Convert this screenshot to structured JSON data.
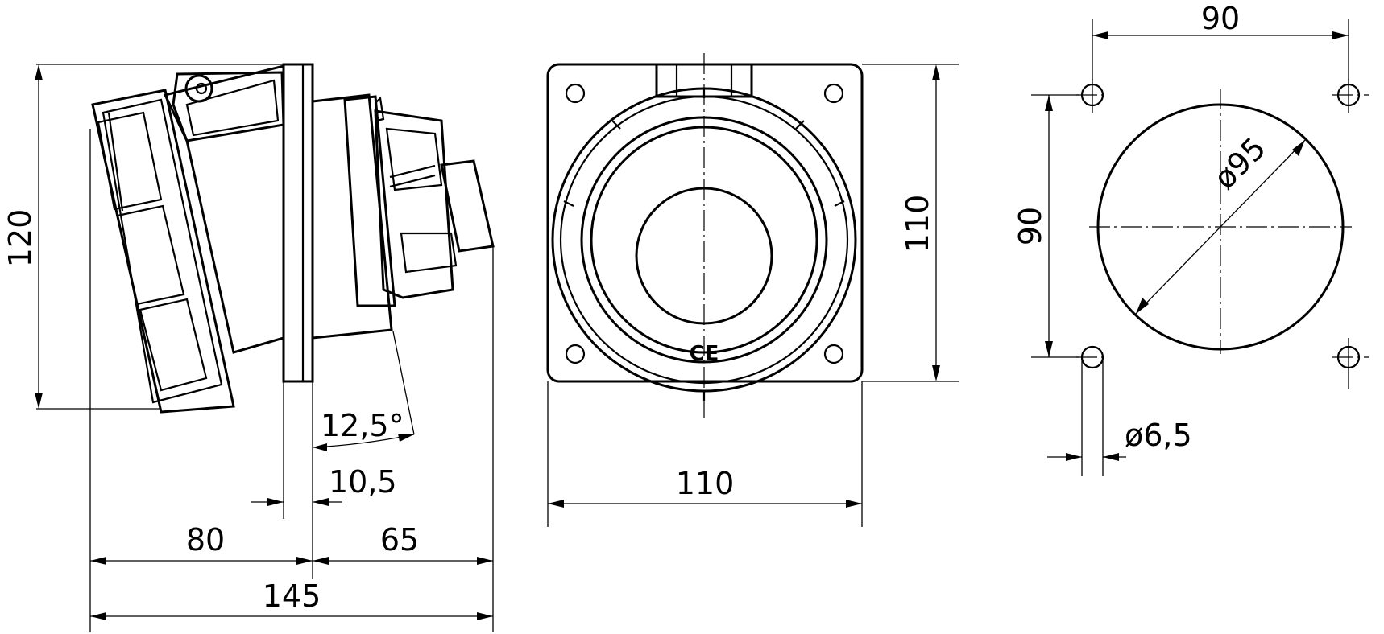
{
  "side_view": {
    "height": "120",
    "depth_front": "80",
    "depth_rear": "65",
    "total_depth": "145",
    "flange_thickness": "10,5",
    "tilt_angle": "12,5°"
  },
  "front_view": {
    "width": "110",
    "height": "110",
    "mark": "CE"
  },
  "cutout_view": {
    "hole_spacing_x": "90",
    "hole_spacing_y": "90",
    "cutout_diameter": "ø95",
    "hole_diameter": "ø6,5"
  }
}
